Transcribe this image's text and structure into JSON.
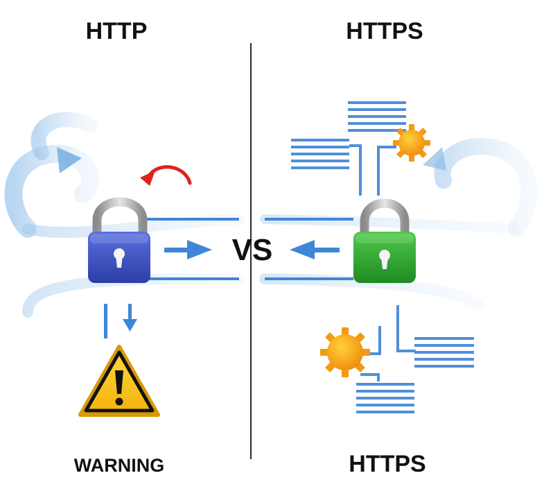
{
  "left": {
    "title": "HTTP",
    "status_label": "WARNING",
    "lock_color": "#3a4fc4"
  },
  "right": {
    "title": "HTTPS",
    "status_label": "HTTPS",
    "lock_color": "#2ca02c"
  },
  "center": {
    "vs_label": "VS"
  },
  "colors": {
    "flow_blue": "#3f86d6",
    "swirl_blue": "#a9cdee",
    "warning_yellow": "#f7c51e",
    "arrow_red": "#e0231e",
    "gear_orange": "#f5a312",
    "divider": "#222222"
  },
  "icons": [
    "padlock-icon",
    "warning-triangle-icon",
    "gear-icon",
    "document-lines-icon",
    "arrow-icon",
    "circular-arrow-icon"
  ]
}
